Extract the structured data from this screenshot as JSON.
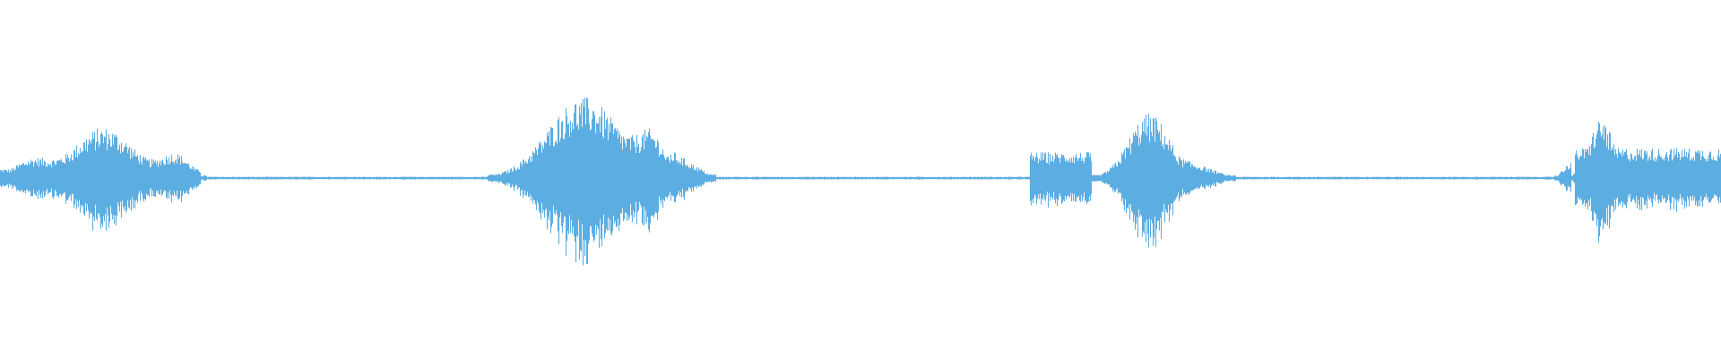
{
  "waveform": {
    "color": "#5dade2",
    "background": "#ffffff",
    "baseline_level": 0.006,
    "segments": [
      {
        "start": 0.0,
        "end": 0.12,
        "peak": 0.22,
        "shape": "double"
      },
      {
        "start": 0.283,
        "end": 0.416,
        "peak": 0.35,
        "shape": "swell"
      },
      {
        "start": 0.598,
        "end": 0.718,
        "peak": 0.28,
        "shape": "block-swell"
      },
      {
        "start": 0.903,
        "end": 1.0,
        "peak": 0.26,
        "shape": "attack"
      }
    ]
  }
}
